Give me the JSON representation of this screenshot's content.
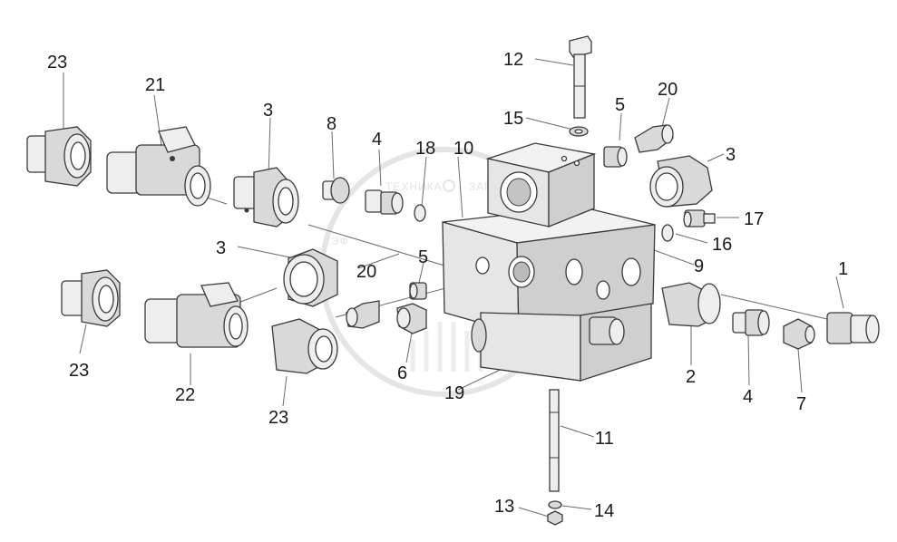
{
  "watermark": {
    "monogram": "ЭФ",
    "text_left": "ТЕХНИКА",
    "text_right": "ЗАПЧАСТИ"
  },
  "labels": {
    "l1": "1",
    "l2": "2",
    "l3a": "3",
    "l3b": "3",
    "l3c": "3",
    "l4a": "4",
    "l4b": "4",
    "l5a": "5",
    "l5b": "5",
    "l6": "6",
    "l7": "7",
    "l8": "8",
    "l9": "9",
    "l10": "10",
    "l11": "11",
    "l12": "12",
    "l13": "13",
    "l14": "14",
    "l15": "15",
    "l16": "16",
    "l17": "17",
    "l18": "18",
    "l19": "19",
    "l20a": "20",
    "l20b": "20",
    "l21": "21",
    "l22": "22",
    "l23a": "23",
    "l23b": "23",
    "l23c": "23"
  }
}
